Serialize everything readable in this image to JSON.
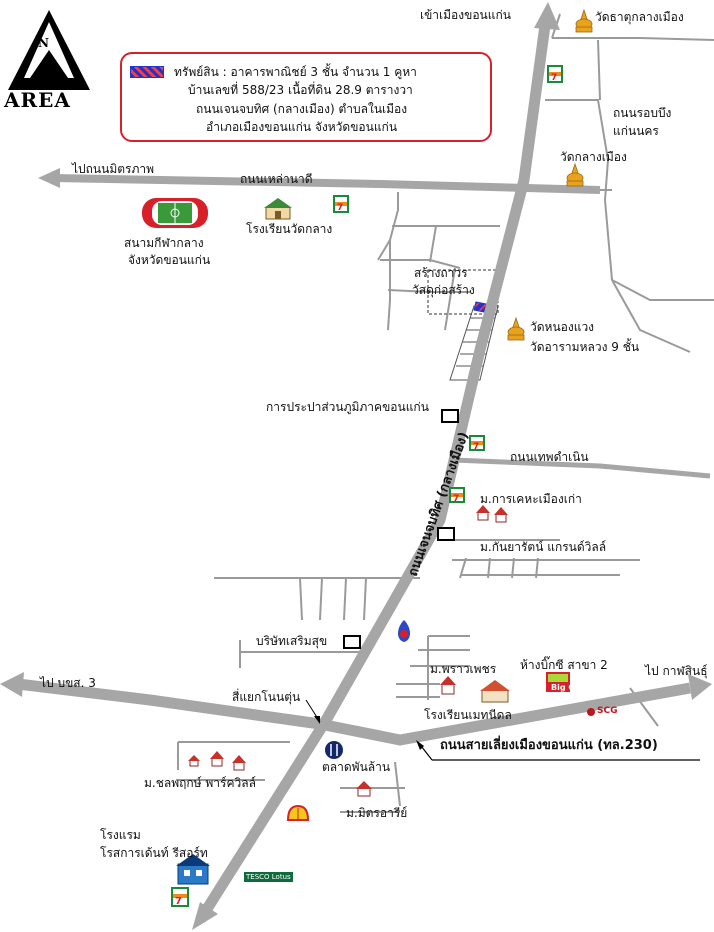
{
  "logo": {
    "word": "AREA",
    "north": "N"
  },
  "info": {
    "line1": "ทรัพย์สิน : อาคารพาณิชย์ 3 ชั้น จำนวน 1 คูหา",
    "line2": "บ้านเลขที่ 588/23  เนื้อที่ดิน 28.9 ตารางวา",
    "line3": "ถนนเจนจบทิศ (กลางเมือง) ตำบลในเมือง",
    "line4": "อำเภอเมืองขอนแก่น จังหวัดขอนแก่น"
  },
  "labels": {
    "to_khonkaen_city": "เข้าเมืองขอนแก่น",
    "wat_that": "วัดธาตุกลางเมือง",
    "ring_road_1": "ถนนรอบบึง",
    "ring_road_2": "แก่นนคร",
    "wat_klang": "วัดกลางเมือง",
    "to_mittraphap": "ไปถนนมิตรภาพ",
    "lao_nadi": "ถนนเหล่านาดี",
    "stadium_1": "สนามกีฬากลาง",
    "stadium_2": "จังหวัดขอนแก่น",
    "school_wat_klang": "โรงเรียนวัดกลาง",
    "construction_1": "สร้างถาวร",
    "construction_2": "วัสดุก่อสร้าง",
    "wat_nong_waeng_1": "วัดหนองแวง",
    "wat_nong_waeng_2": "วัดอารามหลวง 9 ชั้น",
    "water_authority": "การประปาส่วนภูมิภาคขอนแก่น",
    "thep_damnoen": "ถนนเทพดำเนิน",
    "karnkeha": "ม.การเคหะเมืองเก่า",
    "kanyarat": "ม.กันยารัตน์ แกรนด์วิลล์",
    "main_road": "ถนนเจนจบทิศ (กลางเมือง)",
    "sermsuk": "บริษัทเสริมสุข",
    "to_bor_khor_sor": "ไป บขส. 3",
    "intersection": "สี่แยกโนนตุ่น",
    "phraphet": "ม.พราวเพชร",
    "bigc": "ห้างบิ๊กซี สาขา 2",
    "to_kalasin": "ไป กาฬสินธุ์",
    "school_mainee": "โรงเรียนเมทนีดล",
    "bypass": "ถนนสายเลี่ยงเมืองขอนแก่น (ทล.230)",
    "market": "ตลาดพันล้าน",
    "chonlaphruek": "ม.ชลพฤกษ์ พาร์ควิลล์",
    "mitrari": "ม.มิตรอารีย์",
    "hotel_1": "โรงแรม",
    "hotel_2": "โรสการเด้นท์ รีสอร์ท",
    "tesco": "TESCO Lotus",
    "scg": "SCG",
    "bigc_logo": "Big C"
  },
  "colors": {
    "road": "#a6a6a6",
    "minor_road": "#9a9a9a",
    "accent_red": "#d8202a",
    "seven_green": "#1a8a3a",
    "temple_gold": "#e8a21b",
    "property_blue": "#2432c8"
  }
}
